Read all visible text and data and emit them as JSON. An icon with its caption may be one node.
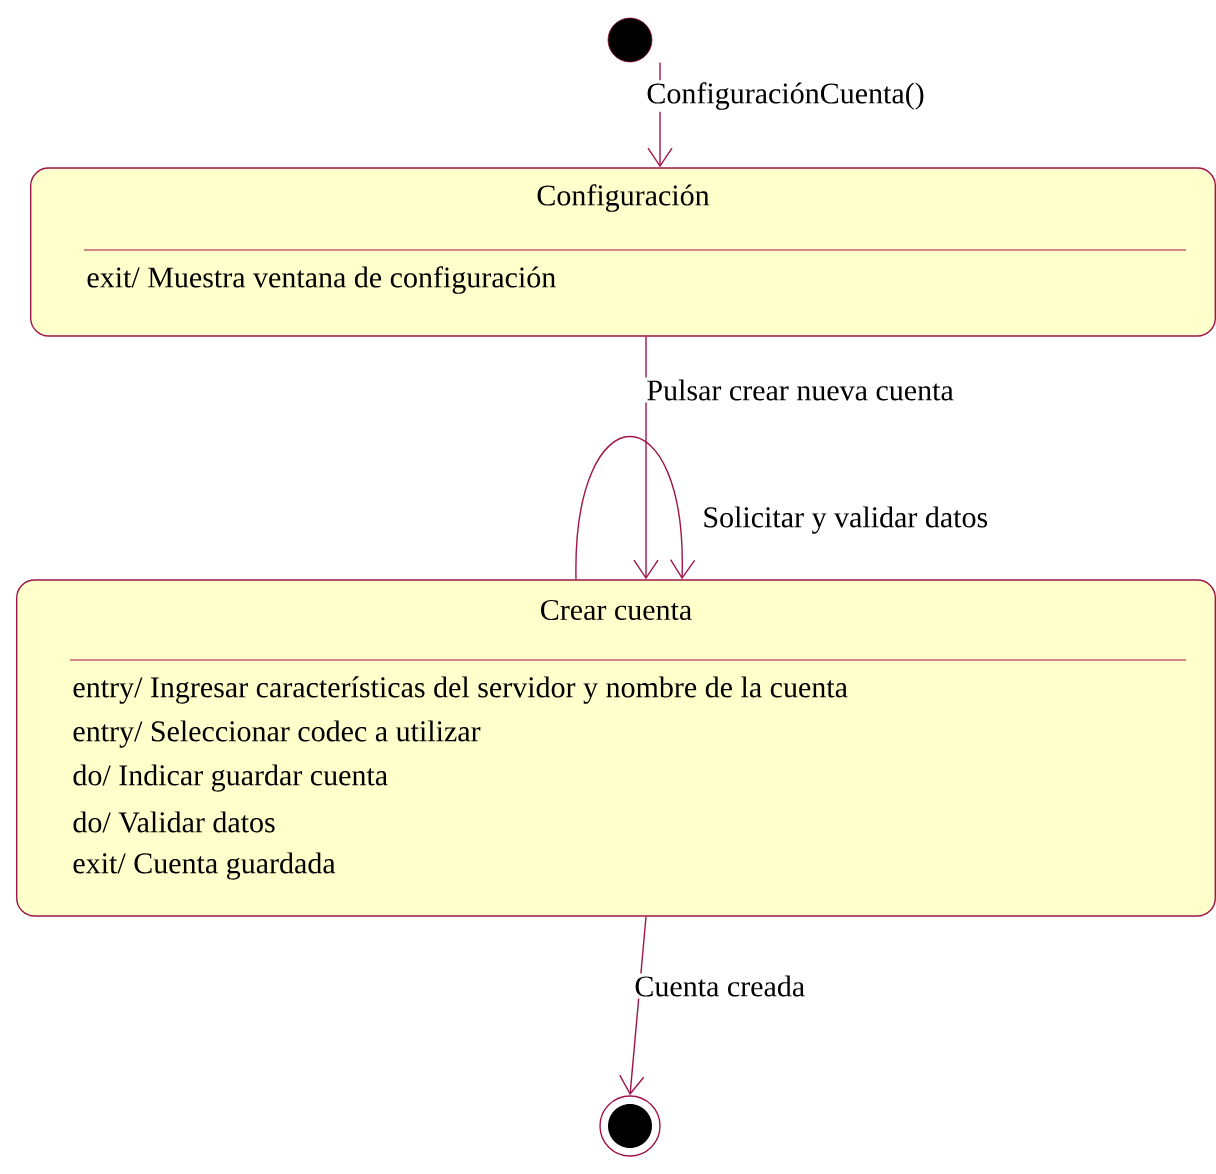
{
  "diagram": {
    "nodes": [
      {
        "text": [],
        "shape": "circle"
      },
      {
        "text": [
          "Configuración",
          "exit/ Muestra ventana de configuración"
        ]
      },
      {
        "text": [
          "Crear cuenta",
          "entry/ Ingresar características del servidor y nombre de la cuenta",
          "entry/ Seleccionar codec a utilizar",
          "do/ Indicar guardar cuenta",
          "do/ Validar datos",
          "exit/ Cuenta guardada"
        ]
      },
      {
        "text": [],
        "shape": "circle"
      }
    ],
    "edges": [
      {
        "from": 0,
        "to": 1,
        "arrow": "to",
        "label": "ConfiguraciónCuenta()"
      },
      {
        "from": 1,
        "to": 2,
        "arrow": "to",
        "label": "Pulsar crear nueva cuenta"
      },
      {
        "from": 2,
        "to": 2,
        "arrow": "to",
        "label": "Solicitar y validar datos"
      },
      {
        "from": 2,
        "to": 3,
        "arrow": "to",
        "label": "Cuenta creada"
      }
    ]
  }
}
